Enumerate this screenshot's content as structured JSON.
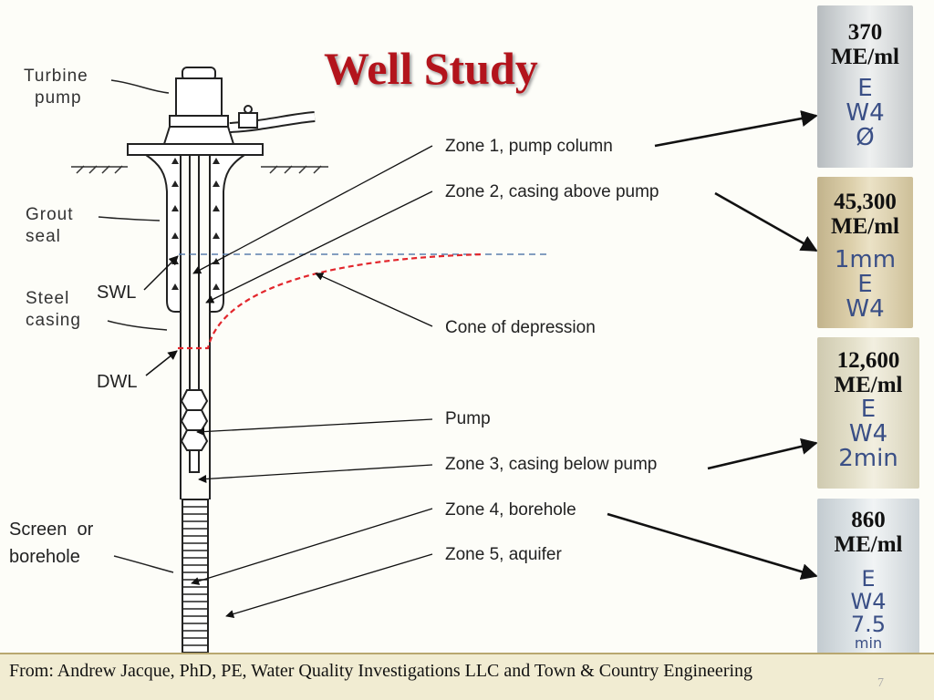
{
  "title": "Well Study",
  "well_labels": {
    "turbine_pump": [
      "Turbine",
      "pump"
    ],
    "grout_seal": [
      "Grout",
      "seal"
    ],
    "steel_casing": [
      "Steel",
      "casing"
    ],
    "swl": "SWL",
    "dwl": "DWL",
    "screen": [
      "Screen  or",
      "borehole"
    ]
  },
  "zones": {
    "zone1": "Zone 1, pump column",
    "zone2": "Zone 2, casing above pump",
    "cone": "Cone of depression",
    "pump": "Pump",
    "zone3": "Zone 3, casing below pump",
    "zone4": "Zone 4, borehole",
    "zone5": "Zone 5, aquifer"
  },
  "samples": [
    {
      "concentration": [
        "370",
        "ME/ml"
      ],
      "handwriting": [
        "E",
        "W4",
        "Ø"
      ],
      "tint": "#c9ced2"
    },
    {
      "concentration": [
        "45,300",
        "ME/ml"
      ],
      "handwriting": [
        "1mm",
        "E",
        "W4"
      ],
      "tint": "#d8c9a3"
    },
    {
      "concentration": [
        "12,600",
        "ME/ml"
      ],
      "handwriting": [
        "E",
        "W4",
        "2min"
      ],
      "tint": "#e0dcc4"
    },
    {
      "concentration": [
        "860",
        "ME/ml"
      ],
      "handwriting": [
        "E",
        "W4",
        "7.5",
        "min"
      ],
      "tint": "#d6dde1"
    }
  ],
  "footer": "From: Andrew Jacque, PhD, PE, Water Quality Investigations LLC and Town & Country Engineering",
  "page_number": "7",
  "colors": {
    "title": "#b3141c",
    "cone": "#e2262c",
    "swl_line": "#5b7fae",
    "footer_bg": "#f1ecd2"
  }
}
